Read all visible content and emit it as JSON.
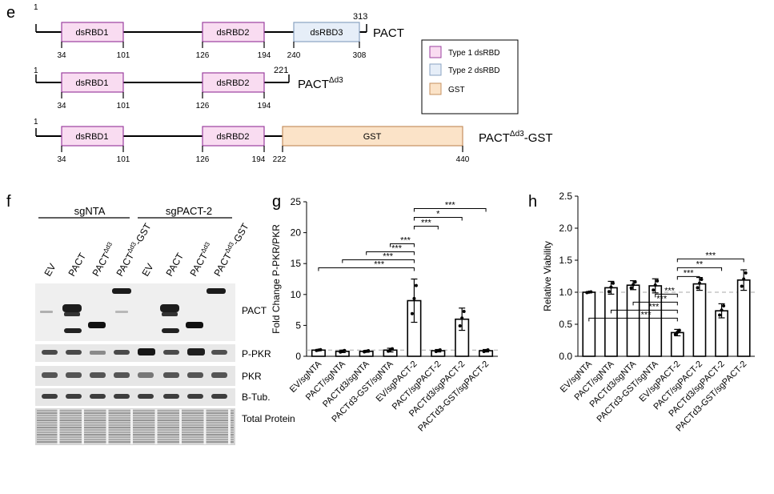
{
  "panel_labels": {
    "e": "e",
    "f": "f",
    "g": "g",
    "h": "h"
  },
  "colors": {
    "type1": "#f9dcf1",
    "type1_stroke": "#9b3f9f",
    "type2": "#e6eef8",
    "type2_stroke": "#8aa3c2",
    "gst": "#fbe3c8",
    "gst_stroke": "#c69060"
  },
  "legend": {
    "type1": "Type 1 dsRBD",
    "type2": "Type 2 dsRBD",
    "gst": "GST"
  },
  "constructs": [
    {
      "name": "PACT",
      "name_sup": "",
      "name_suffix": "",
      "start": "1",
      "end": "313",
      "domains": [
        {
          "label": "dsRBD1",
          "type": "type1",
          "start": "34",
          "end": "101"
        },
        {
          "label": "dsRBD2",
          "type": "type1",
          "start": "126",
          "end": "194"
        },
        {
          "label": "dsRBD3",
          "type": "type2",
          "start": "240",
          "end": "308"
        }
      ]
    },
    {
      "name": "PACT",
      "name_sup": "Δd3",
      "name_suffix": "",
      "start": "1",
      "end": "221",
      "domains": [
        {
          "label": "dsRBD1",
          "type": "type1",
          "start": "34",
          "end": "101"
        },
        {
          "label": "dsRBD2",
          "type": "type1",
          "start": "126",
          "end": "194"
        }
      ]
    },
    {
      "name": "PACT",
      "name_sup": "Δd3",
      "name_suffix": "-GST",
      "start": "1",
      "end": "",
      "domains": [
        {
          "label": "dsRBD1",
          "type": "type1",
          "start": "34",
          "end": "101"
        },
        {
          "label": "dsRBD2",
          "type": "type1",
          "start": "126",
          "end": "194"
        },
        {
          "label": "GST",
          "type": "gst",
          "start": "222",
          "end": "440"
        }
      ]
    }
  ],
  "blot": {
    "groups": [
      "sgNTA",
      "sgPACT-2"
    ],
    "lanes": [
      {
        "base": "EV",
        "sup": "",
        "suffix": ""
      },
      {
        "base": "PACT",
        "sup": "",
        "suffix": ""
      },
      {
        "base": "PACT",
        "sup": "Δd3",
        "suffix": ""
      },
      {
        "base": "PACT",
        "sup": "Δd3",
        "suffix": "-GST"
      },
      {
        "base": "EV",
        "sup": "",
        "suffix": ""
      },
      {
        "base": "PACT",
        "sup": "",
        "suffix": ""
      },
      {
        "base": "PACT",
        "sup": "Δd3",
        "suffix": ""
      },
      {
        "base": "PACT",
        "sup": "Δd3",
        "suffix": "-GST"
      }
    ],
    "rows": [
      "PACT",
      "P-PKR",
      "PKR",
      "B-Tub.",
      "Total Protein"
    ]
  },
  "chart_data": [
    {
      "type": "bar",
      "panel": "g",
      "title": "",
      "ylabel": "Fold Change P-PKR/PKR",
      "ylim": [
        0,
        25
      ],
      "yticks": [
        0,
        5,
        10,
        15,
        20,
        25
      ],
      "categories": [
        "EV/sgNTA",
        "PACT/sgNTA",
        "PACTd3/sgNTA",
        "PACTd3-GST/sgNTA",
        "EV/sgPACT-2",
        "PACT/sgPACT-2",
        "PACTd3/sgPACT-2",
        "PACTd3-GST/sgPACT-2"
      ],
      "values": [
        1.0,
        0.8,
        0.8,
        1.0,
        9.0,
        0.9,
        6.0,
        0.9
      ],
      "errors": [
        0.1,
        0.2,
        0.15,
        0.3,
        3.5,
        0.2,
        1.8,
        0.2
      ],
      "reference_line": 1,
      "significance": [
        {
          "from": 0,
          "to": 4,
          "label": "***"
        },
        {
          "from": 1,
          "to": 4,
          "label": "***"
        },
        {
          "from": 2,
          "to": 4,
          "label": "***"
        },
        {
          "from": 3,
          "to": 4,
          "label": "***"
        },
        {
          "from": 4,
          "to": 5,
          "label": "***"
        },
        {
          "from": 4,
          "to": 6,
          "label": "*"
        },
        {
          "from": 4,
          "to": 7,
          "label": "***"
        }
      ]
    },
    {
      "type": "bar",
      "panel": "h",
      "title": "",
      "ylabel": "Relative Viability",
      "ylim": [
        0,
        2.5
      ],
      "yticks": [
        "0.0",
        "0.5",
        "1.0",
        "1.5",
        "2.0",
        "2.5"
      ],
      "categories": [
        "EV/sgNTA",
        "PACT/sgNTA",
        "PACTd3/sgNTA",
        "PACTd3-GST/sgNTA",
        "EV/sgPACT-2",
        "PACT/sgPACT-2",
        "PACTd3/sgPACT-2",
        "PACTd3-GST/sgPACT-2"
      ],
      "values": [
        1.0,
        1.07,
        1.11,
        1.1,
        0.37,
        1.13,
        0.71,
        1.19
      ],
      "errors": [
        0.01,
        0.1,
        0.07,
        0.11,
        0.05,
        0.1,
        0.11,
        0.16
      ],
      "reference_line": 1,
      "significance": [
        {
          "from": 0,
          "to": 4,
          "label": "***"
        },
        {
          "from": 1,
          "to": 4,
          "label": "***"
        },
        {
          "from": 2,
          "to": 4,
          "label": "***"
        },
        {
          "from": 3,
          "to": 4,
          "label": "***"
        },
        {
          "from": 4,
          "to": 5,
          "label": "***"
        },
        {
          "from": 4,
          "to": 6,
          "label": "**"
        },
        {
          "from": 4,
          "to": 7,
          "label": "***"
        }
      ]
    }
  ]
}
